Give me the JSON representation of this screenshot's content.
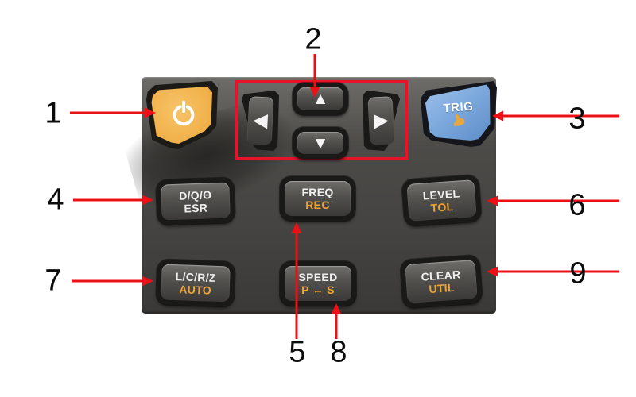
{
  "figure": {
    "description_numbers_visible": [
      "1",
      "2",
      "3",
      "4",
      "5",
      "6",
      "7",
      "8",
      "9"
    ]
  },
  "colors": {
    "panel_gray": "#4c4b48",
    "callout_red": "#e8132b",
    "accent_orange": "#f0a431",
    "power_orange": "#f2b44f",
    "trig_blue": "#7ca9dd",
    "label_white": "#efefef"
  },
  "keypad": {
    "power_button": {
      "icon": "power-icon"
    },
    "nav_cluster": {
      "up_icon": "▲",
      "down_icon": "▼",
      "left_icon": "◀",
      "right_icon": "▶"
    },
    "trig_button": {
      "label": "TRIG",
      "icon": "tap-hand-icon"
    },
    "function_keys": [
      {
        "id": "dq-esr",
        "line1": "D/Q/Θ",
        "line2": "ESR"
      },
      {
        "id": "freq-rec",
        "line1": "FREQ",
        "line2": "REC"
      },
      {
        "id": "level-tol",
        "line1": "LEVEL",
        "line2": "TOL"
      },
      {
        "id": "lcrz-auto",
        "line1": "L/C/R/Z",
        "line2": "AUTO"
      },
      {
        "id": "speed-ps",
        "line1": "SPEED",
        "line2": "P ↔ S"
      },
      {
        "id": "clear-util",
        "line1": "CLEAR",
        "line2": "UTIL"
      }
    ]
  },
  "callouts": [
    {
      "number": "1",
      "target": "power-button"
    },
    {
      "number": "2",
      "target": "nav-cluster"
    },
    {
      "number": "3",
      "target": "trig-button"
    },
    {
      "number": "4",
      "target": "dq-esr-button"
    },
    {
      "number": "5",
      "target": "freq-rec-button"
    },
    {
      "number": "6",
      "target": "level-tol-button"
    },
    {
      "number": "7",
      "target": "lcrz-auto-button"
    },
    {
      "number": "8",
      "target": "speed-ps-button"
    },
    {
      "number": "9",
      "target": "clear-util-button"
    }
  ]
}
